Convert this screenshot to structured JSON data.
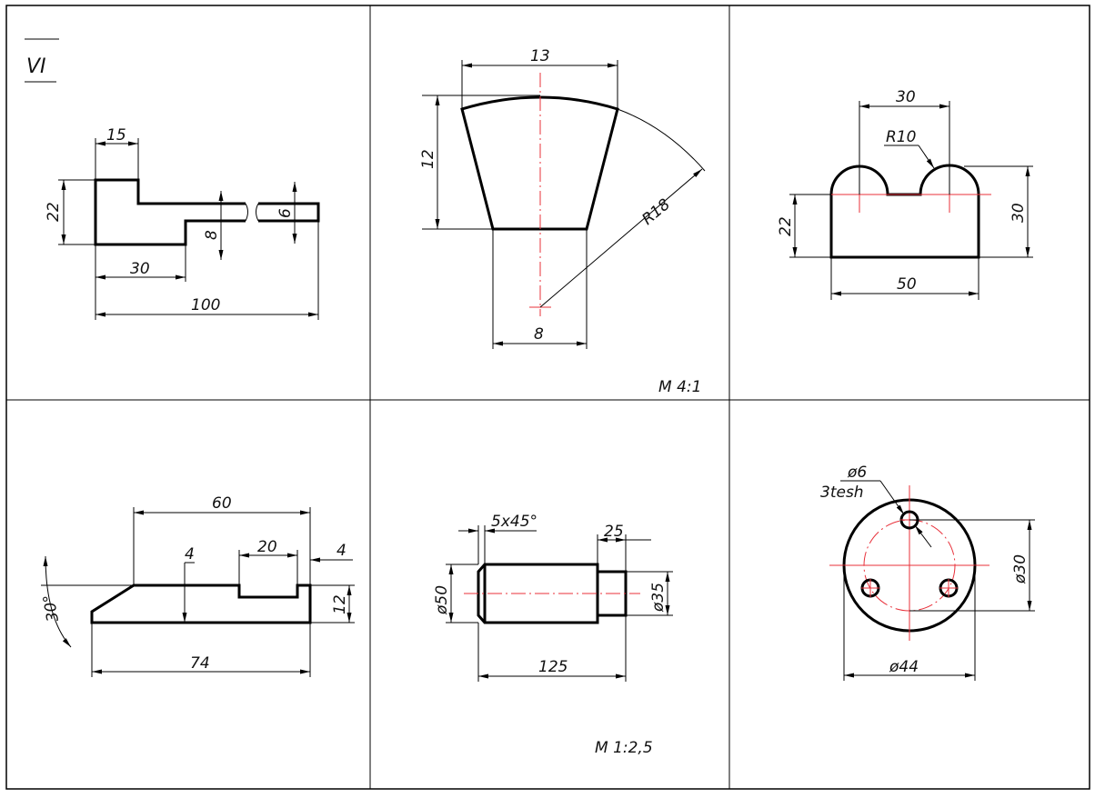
{
  "sheet": {
    "variant": "VI",
    "accent_color": "#e8303a",
    "line_color": "#000000"
  },
  "panels": {
    "p1": {
      "d15": "15",
      "d22": "22",
      "d8": "8",
      "d6": "6",
      "d30": "30",
      "d100": "100"
    },
    "p2": {
      "d13": "13",
      "d12": "12",
      "r18": "R18",
      "d8": "8",
      "scale": "M 4:1"
    },
    "p3": {
      "d30_top": "30",
      "r10": "R10",
      "d22": "22",
      "d30_right": "30",
      "d50": "50"
    },
    "p4": {
      "d60": "60",
      "d4_left": "4",
      "d20": "20",
      "d4_right": "4",
      "angle": "30°",
      "d12": "12",
      "d74": "74"
    },
    "p5": {
      "chamfer": "5x45°",
      "d25": "25",
      "dia50": "ø50",
      "dia35": "ø35",
      "d125": "125",
      "scale": "M 1:2,5"
    },
    "p6": {
      "dia6": "ø6",
      "holes": "3tesh",
      "dia30": "ø30",
      "dia44": "ø44"
    }
  }
}
